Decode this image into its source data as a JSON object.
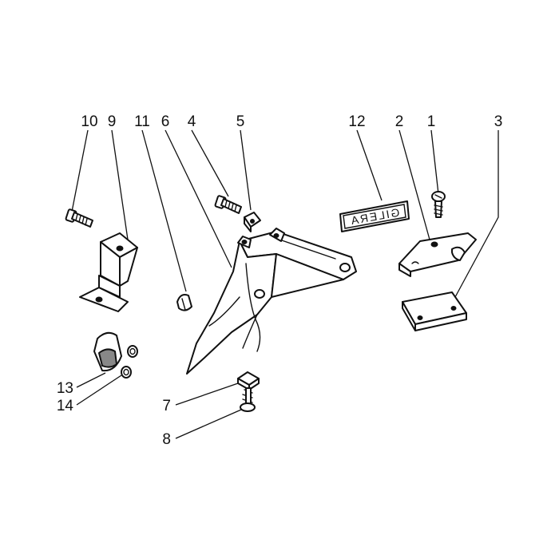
{
  "callouts": {
    "c1": "1",
    "c2": "2",
    "c3": "3",
    "c4": "4",
    "c5": "5",
    "c6": "6",
    "c7": "7",
    "c8": "8",
    "c9": "9",
    "c10": "10",
    "c11": "11",
    "c12": "12",
    "c13": "13",
    "c14": "14"
  },
  "decal": {
    "text": "GILERA"
  }
}
